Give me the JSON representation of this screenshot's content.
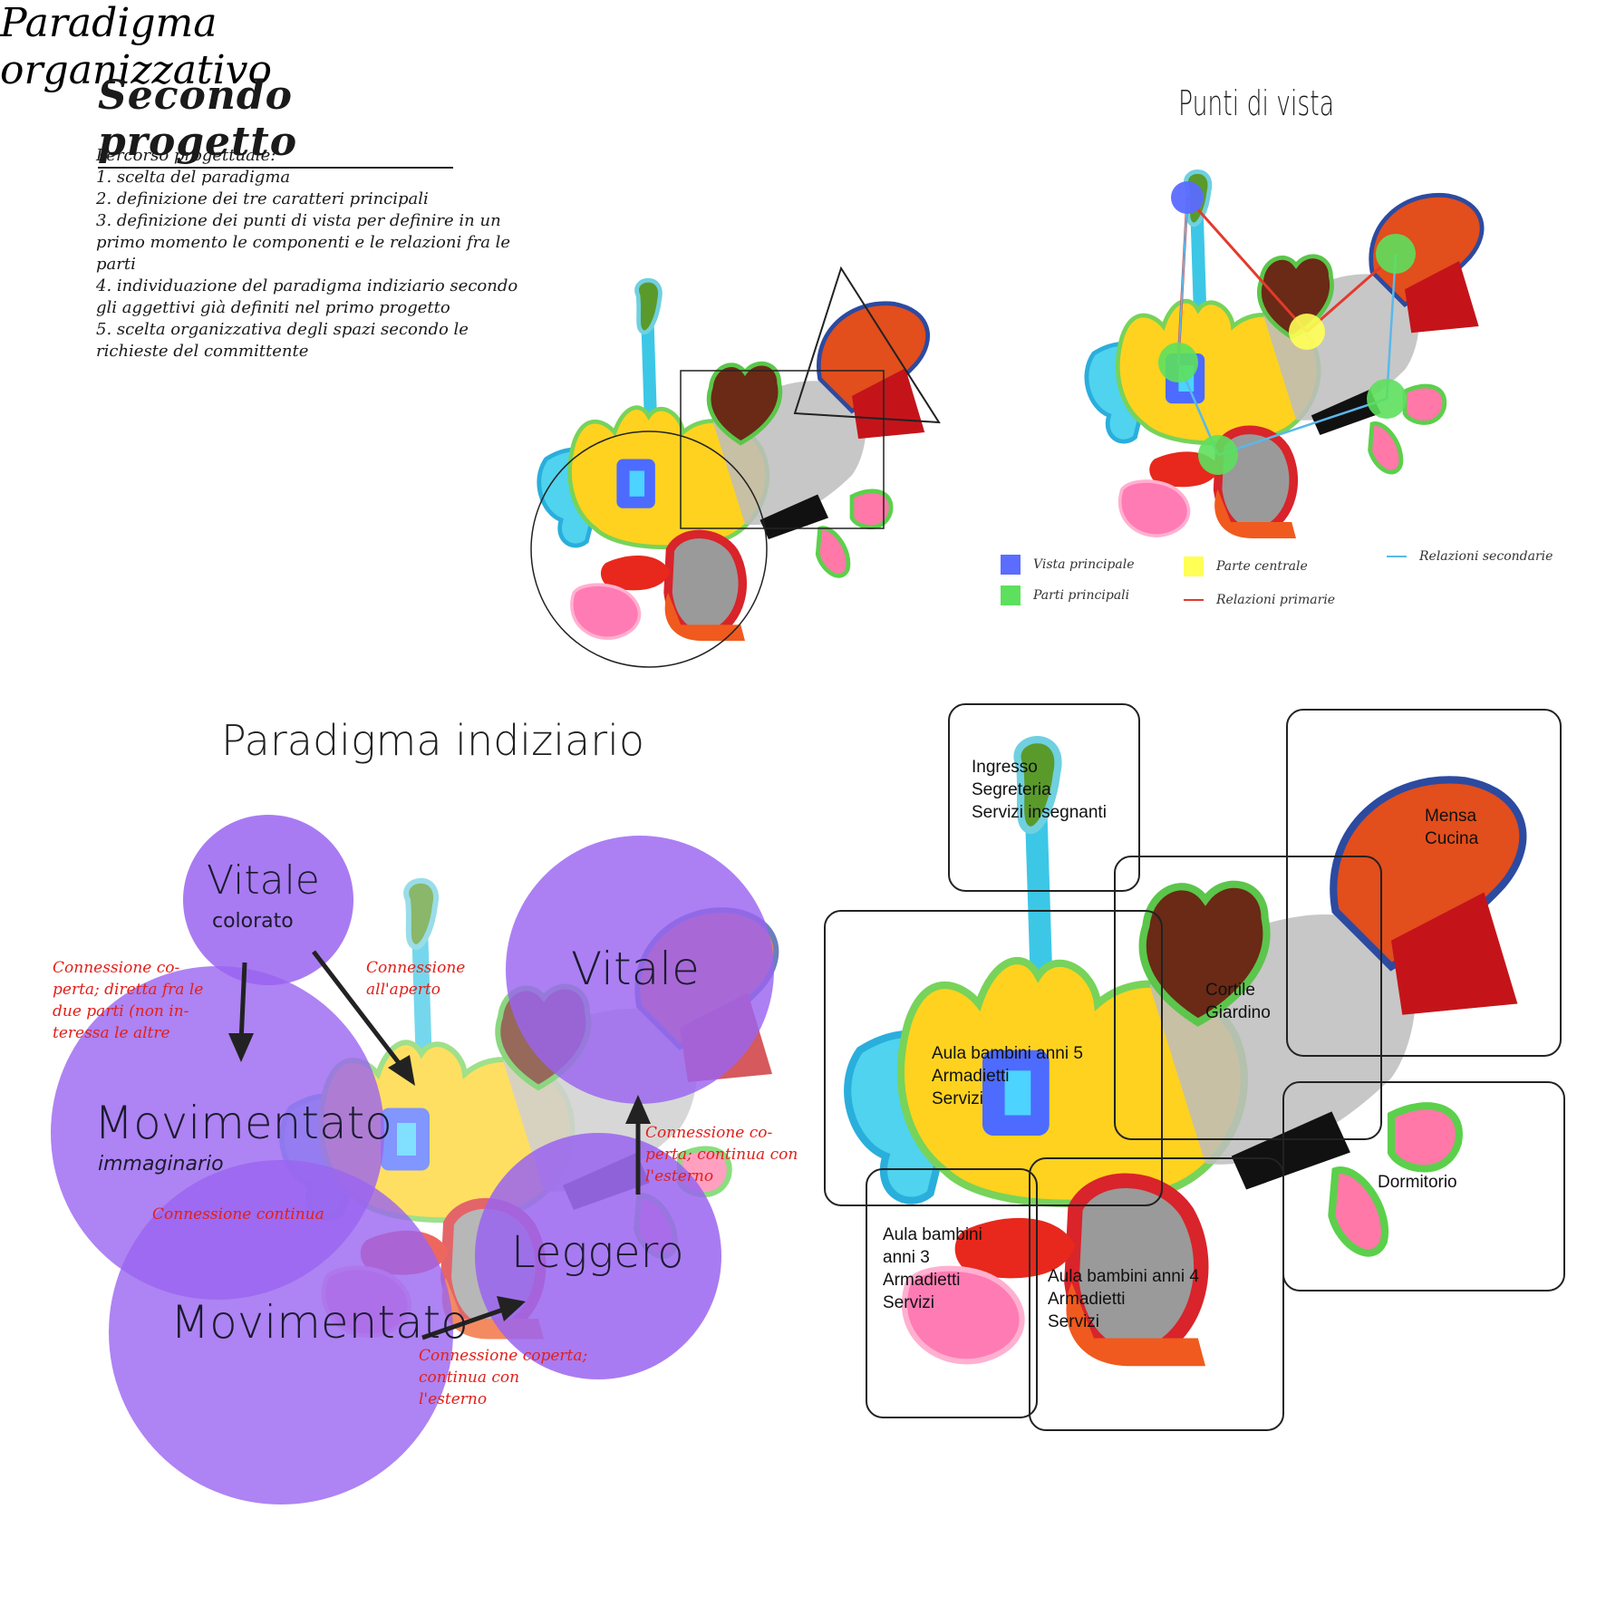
{
  "colors": {
    "blue": "#5b6cff",
    "green": "#5de05d",
    "yellow": "#ffff55",
    "red": "#e33a2c",
    "cyan": "#5ab8ea",
    "purple": "#9a64f0",
    "note_red": "#e0201a"
  },
  "intro": {
    "title": "Secondo progetto",
    "steps": [
      "Percorso progettuale:",
      "1. scelta del paradigma",
      "2. definizione dei tre caratteri principali",
      "3. definizione dei punti di vista per definire in un",
      "primo momento le componenti e le relazioni fra le",
      "parti",
      "4. individuazione del paradigma indiziario secondo",
      "gli aggettivi già definiti nel primo progetto",
      "5. scelta organizzativa degli spazi secondo le",
      "richieste del committente"
    ]
  },
  "punti_di_vista": {
    "title": "Punti di vista",
    "legend": {
      "vista_principale": "Vista principale",
      "parti_principali": "Parti principali",
      "parte_centrale": "Parte centrale",
      "relazioni_primarie": "Relazioni primarie",
      "relazioni_secondarie": "Relazioni secondarie"
    }
  },
  "paradigma_indiziario": {
    "title": "Paradigma indiziario",
    "bubbles": {
      "vitale_small": "Vitale",
      "vitale_small_sub": "colorato",
      "movimentato_top": "Movimentato",
      "movimentato_top_sub": "immaginario",
      "movimentato_bottom": "Movimentato",
      "vitale_big": "Vitale",
      "leggero": "Leggero"
    },
    "notes": {
      "left": [
        "Connessione co-",
        "perta; diretta fra le",
        "due parti (non in-",
        "teressa le altre"
      ],
      "aperto": [
        "Connessione",
        "all'aperto"
      ],
      "continua": [
        "Connessione continua"
      ],
      "right": [
        "Connessione co-",
        "perta; continua con",
        "l'esterno"
      ],
      "bottom": [
        "Connessione coperta;",
        "continua con",
        "l'esterno"
      ]
    }
  },
  "paradigma_organizzativo": {
    "title_line1": "Paradigma",
    "title_line2": "organizzativo",
    "rooms": {
      "ingresso": "Ingresso\nSegreteria\nServizi insegnanti",
      "mensa": "Mensa\nCucina",
      "cortile": "Cortile\nGiardino",
      "aula5": "Aula bambini anni 5\nArmadietti\nServizi",
      "aula3": "Aula bambini\nanni 3\nArmadietti\nServizi",
      "aula4": "Aula bambini anni 4\nArmadietti\nServizi",
      "dormitorio": "Dormitorio"
    }
  }
}
